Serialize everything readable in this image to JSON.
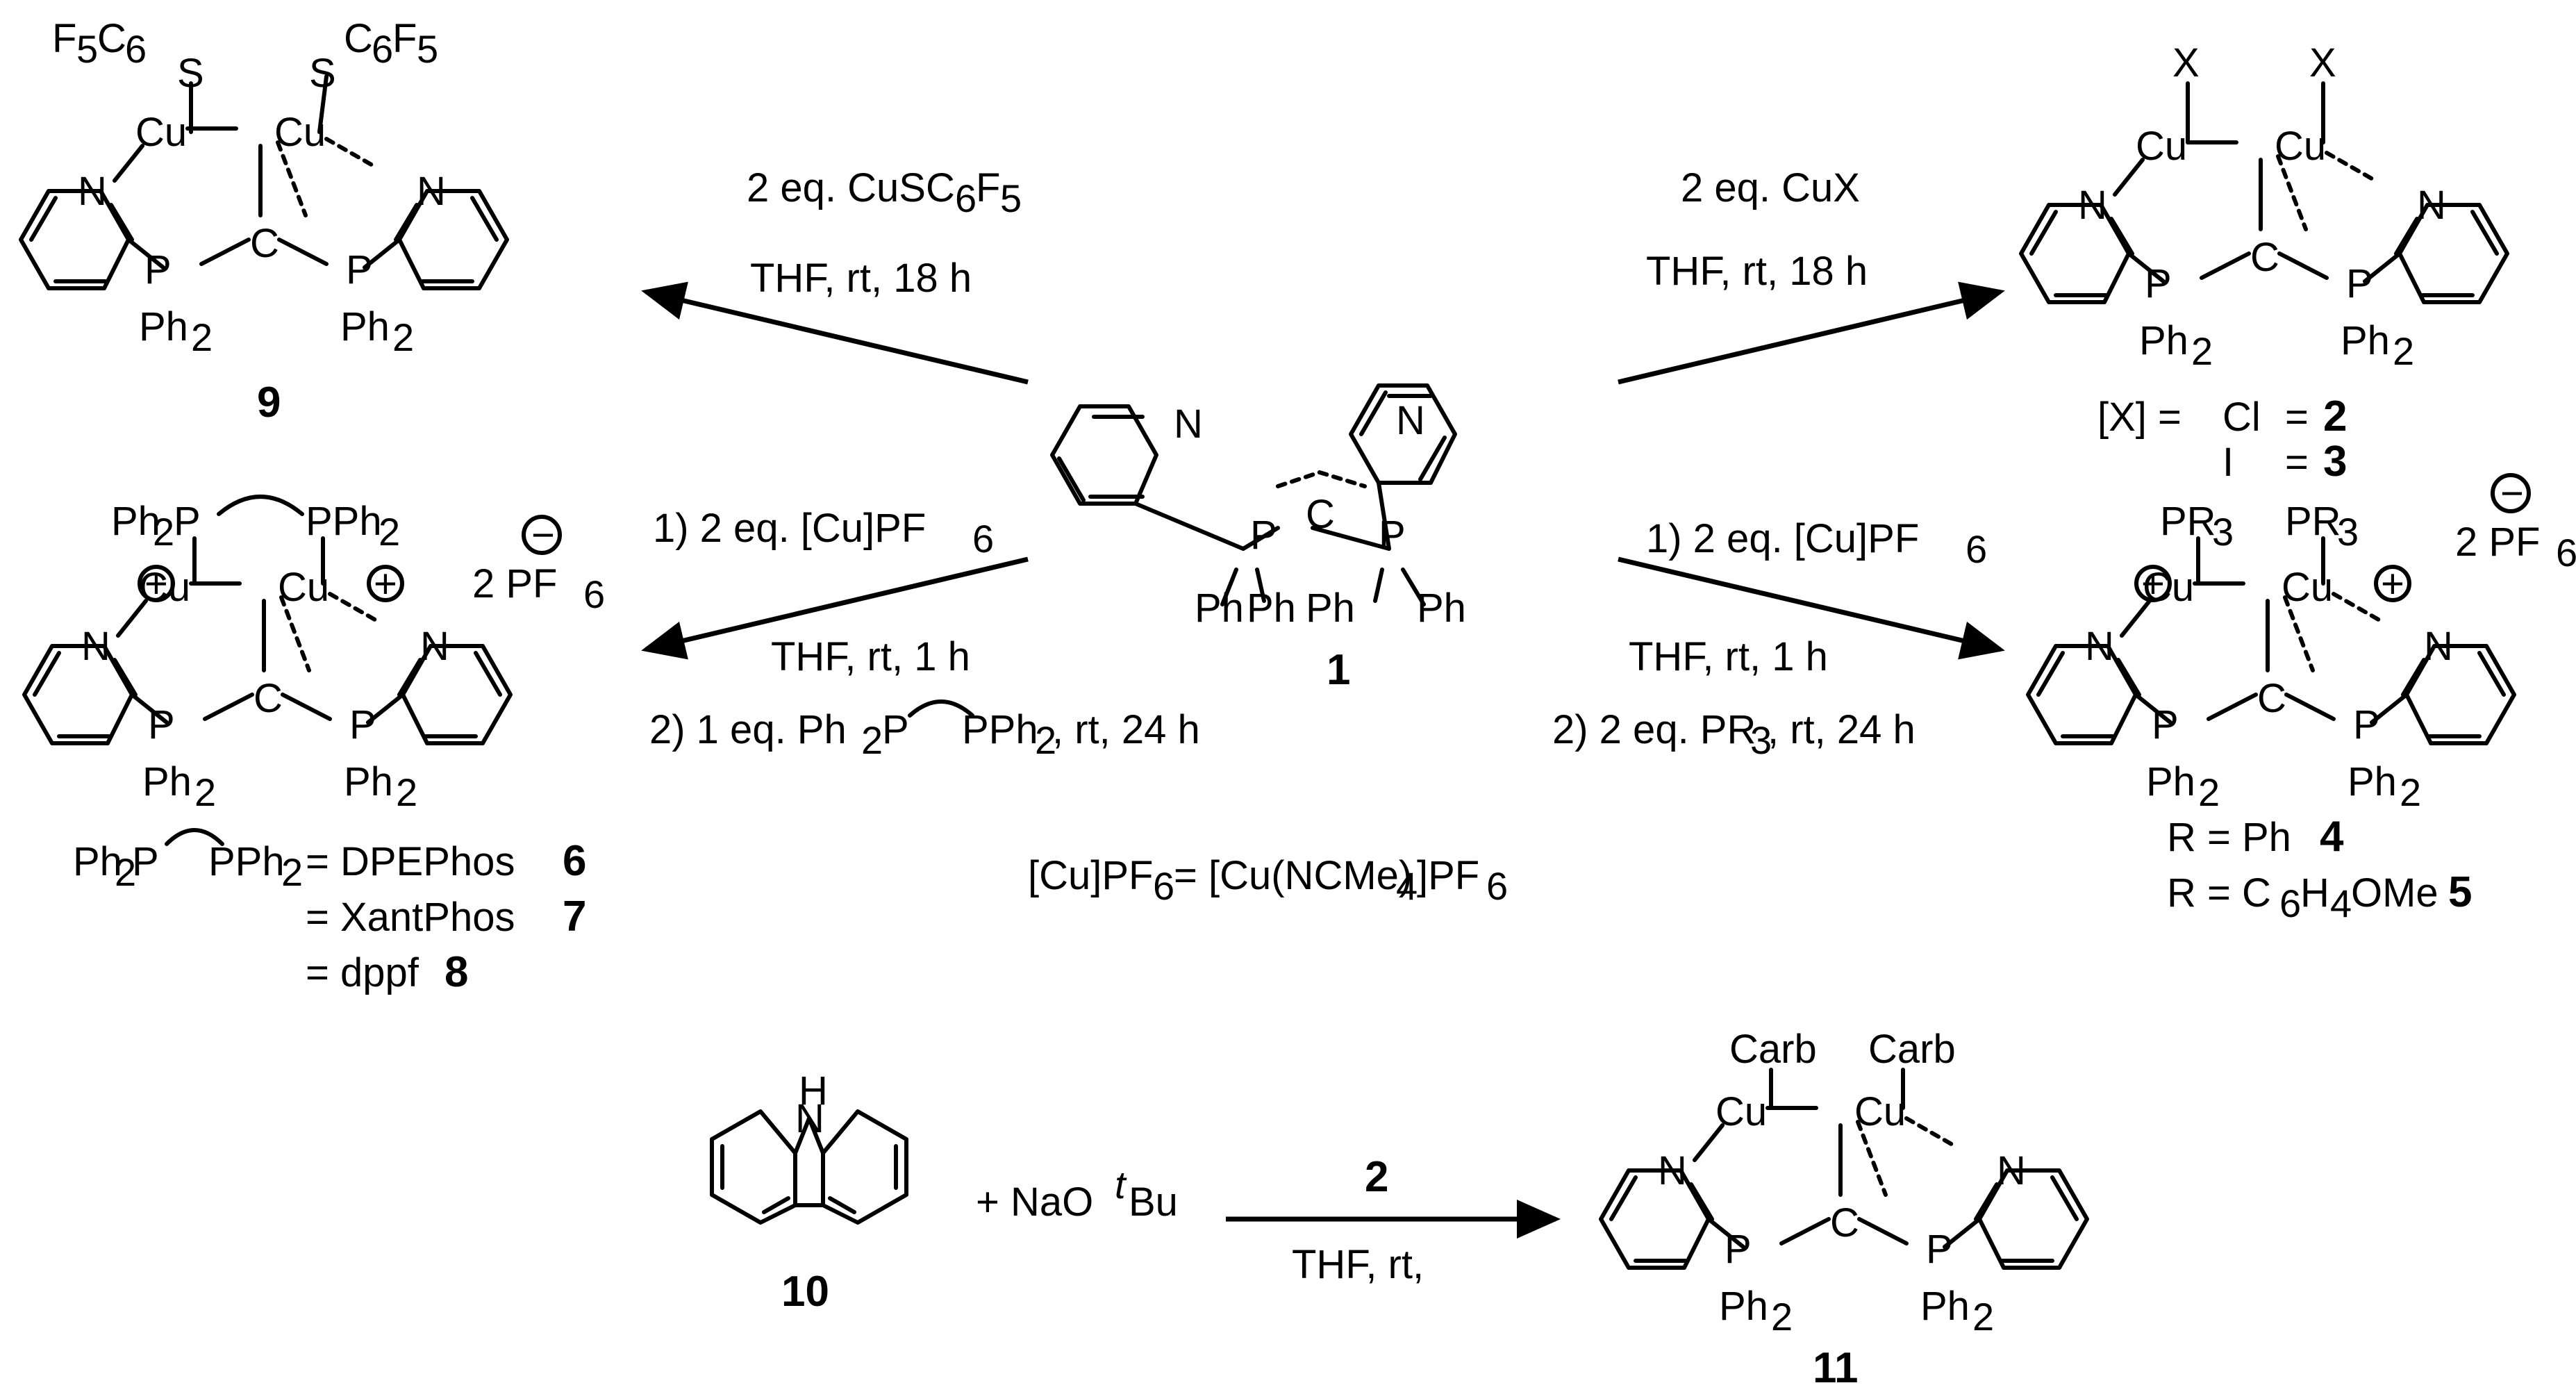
{
  "atoms": {
    "n": "N",
    "p": "P",
    "c": "C",
    "cu": "Cu",
    "s": "S",
    "ph": "Ph",
    "ph2": "Ph",
    "sub2": "2",
    "h": "H",
    "x": "X",
    "pr3": "PR",
    "sub3": "3",
    "ph2p": "Ph",
    "pph2": "PPh",
    "carb": "Carb",
    "c6f5_a": "F",
    "c6f5_b": "5",
    "c6f5_c": "C",
    "c6f5_d": "6",
    "plus": "+",
    "minus": "−"
  },
  "compounds": {
    "c1": "1",
    "c9": "9",
    "c10": "10",
    "c11": "11",
    "c2": "2",
    "c3": "3",
    "c4": "4",
    "c5": "5",
    "c6": "6",
    "c7": "7",
    "c8": "8"
  },
  "conditions": {
    "top_left_reagent": "2 eq. CuSC",
    "top_left_solvent": "THF, rt, 18 h",
    "top_right_reagent": "2 eq. CuX",
    "top_right_solvent": "THF, rt, 18 h",
    "mid_left_step1": "1) 2 eq. [Cu]PF",
    "mid_left_solvent": "THF, rt, 1 h",
    "mid_left_step2_a": "2) 1 eq. Ph",
    "mid_left_step2_b": "PPh",
    "mid_left_step2_c": ", rt, 24 h",
    "mid_right_step1": "1) 2 eq. [Cu]PF",
    "mid_right_solvent": "THF, rt, 1 h",
    "mid_right_step2": "2) 2 eq. PR",
    "mid_right_step2_tail": ", rt, 24 h",
    "bottom_reagent": "2",
    "bottom_solvent": "THF, rt,"
  },
  "legends": {
    "x_eq": "[X] =",
    "x_cl": "Cl",
    "x_i": "I",
    "eq": "=",
    "pf6_count": "2 PF",
    "cupf6_def_a": "[Cu]PF",
    "cupf6_def_b": " = [Cu(NCMe)",
    "cupf6_def_c": "]PF",
    "dpephos": "= DPEPhos",
    "xantphos": "= XantPhos",
    "dppf": "= dppf",
    "r_ph": "R = Ph",
    "r_anisyl_a": "R = C",
    "r_anisyl_b": "H",
    "r_anisyl_c": "OMe",
    "sub4": "4",
    "sub6": "6",
    "sub5": "5",
    "naotbu_a": "+  NaO",
    "naotbu_t": "t",
    "naotbu_b": "Bu"
  }
}
